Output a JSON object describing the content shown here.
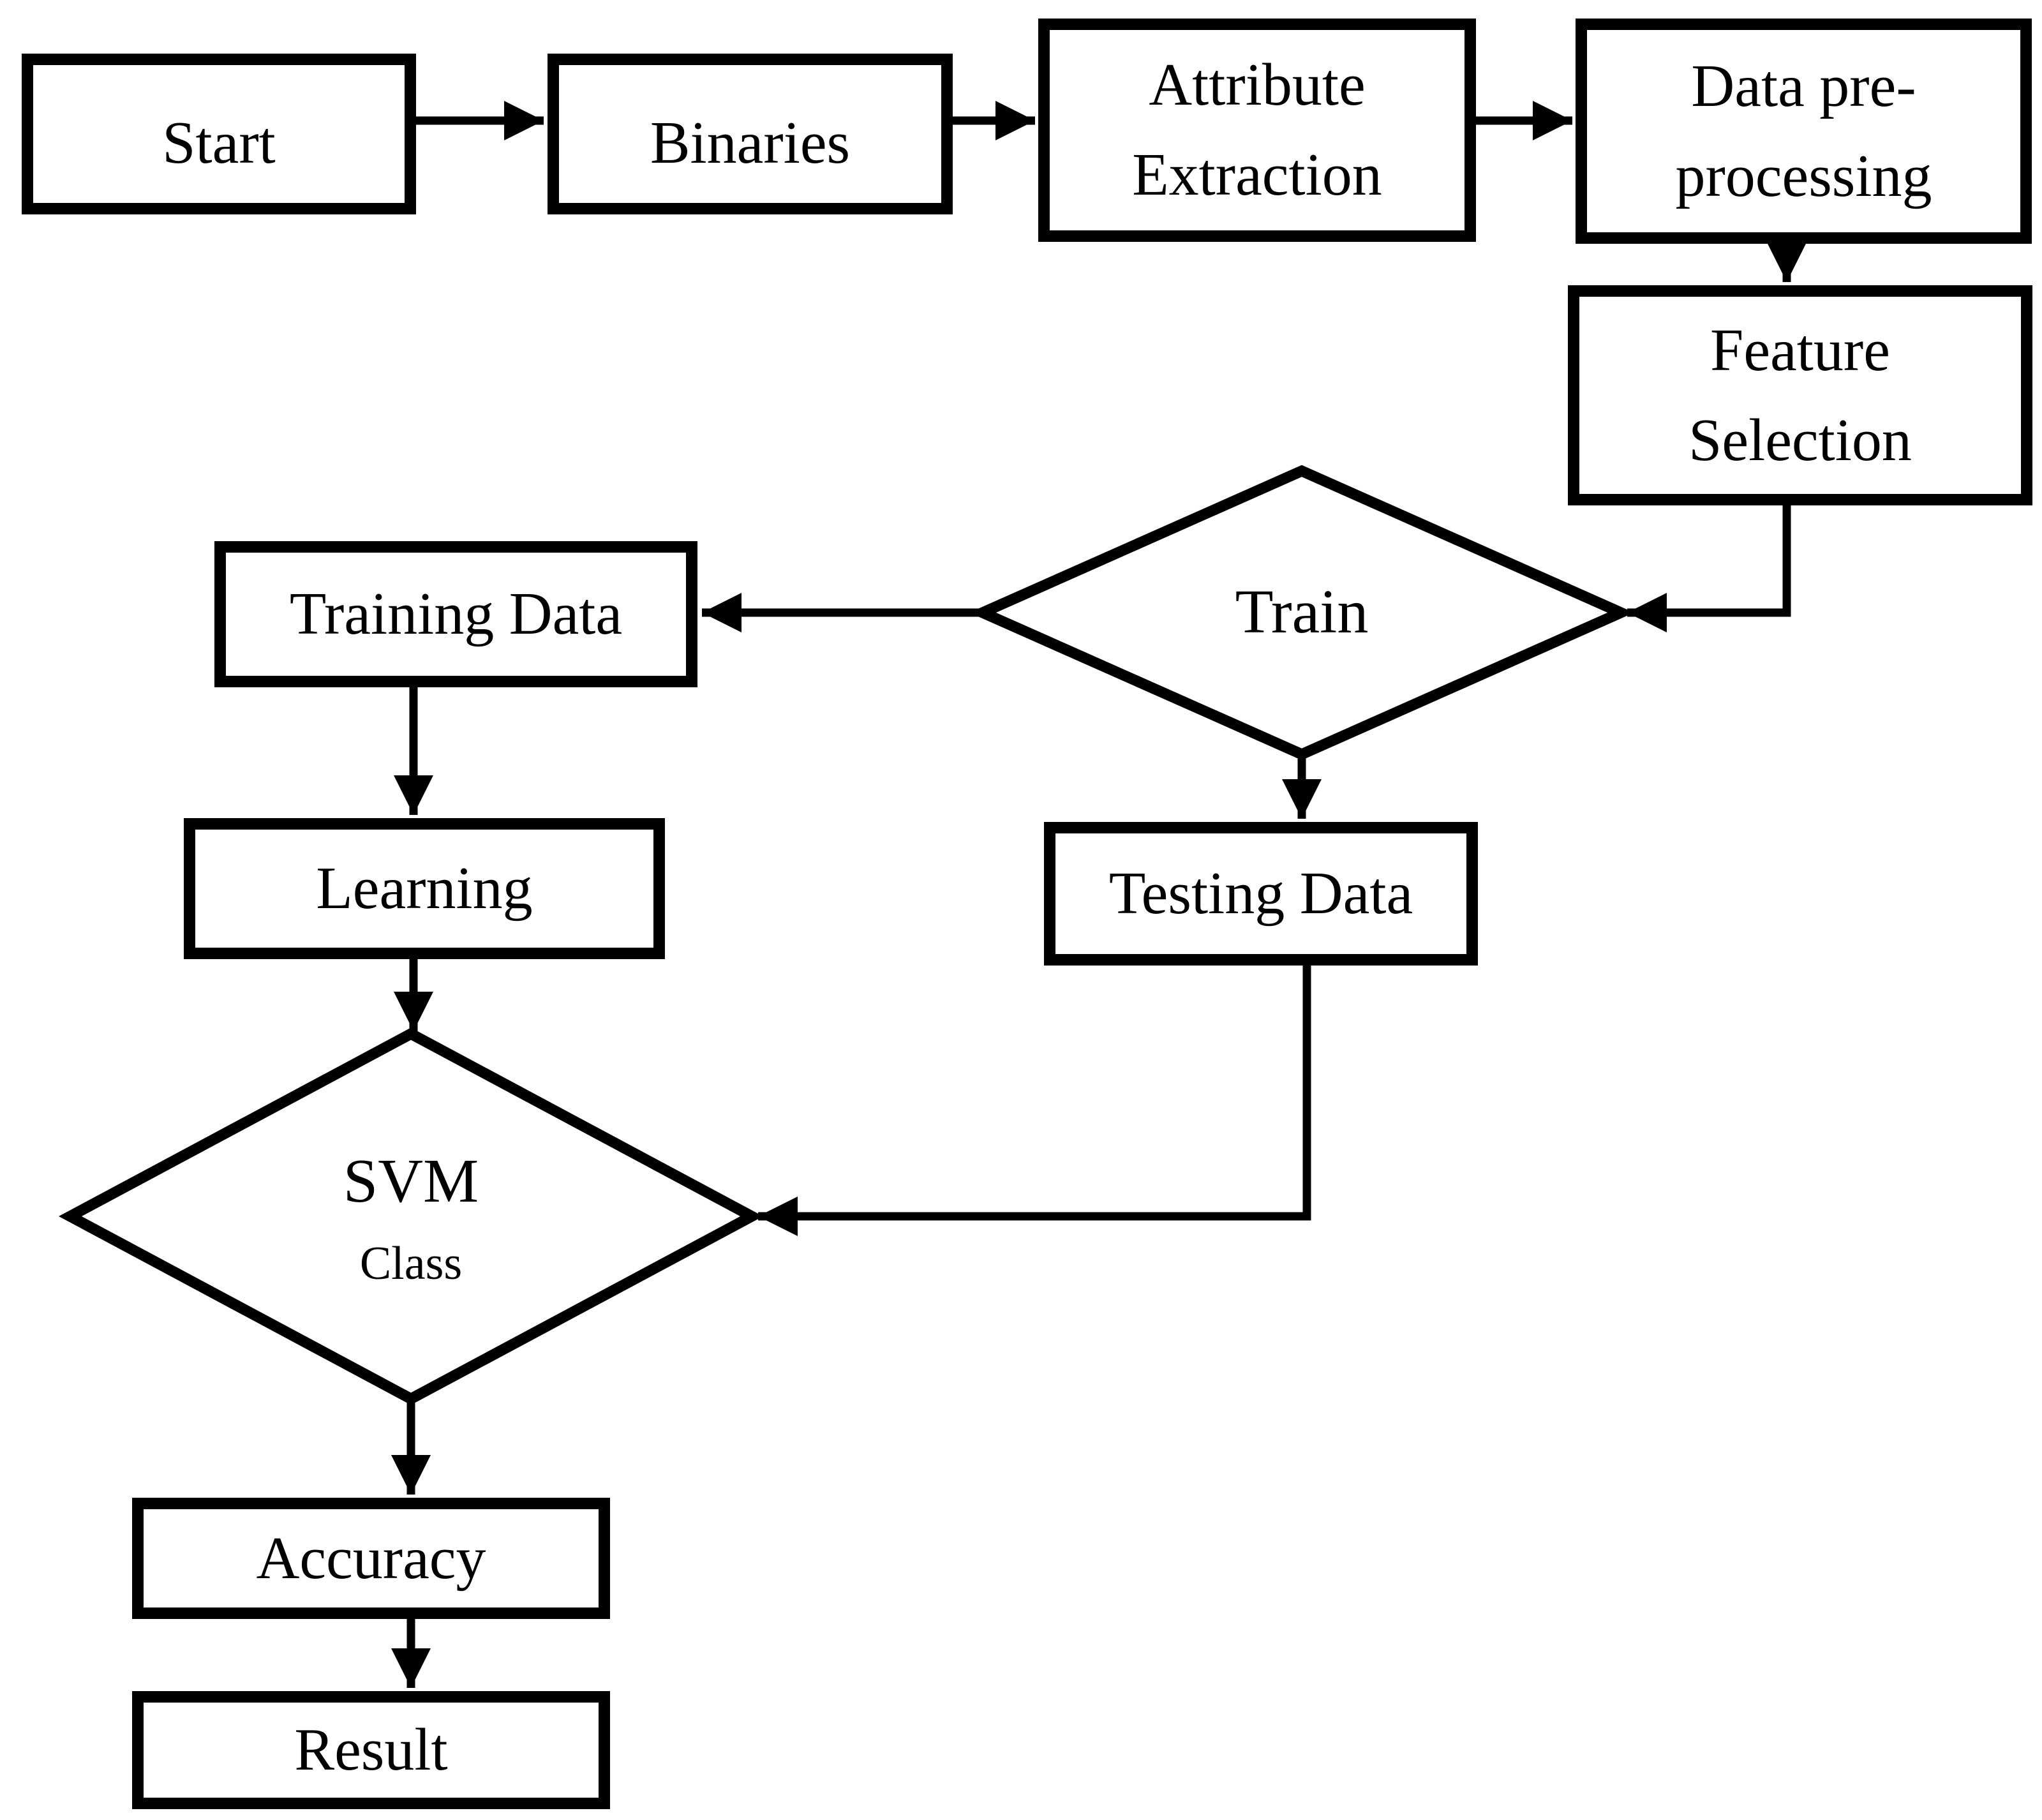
{
  "page": {
    "background_color": "#ffffff",
    "stroke_color": "#000000",
    "text_color": "#000000"
  },
  "flowchart": {
    "nodes": {
      "start": {
        "shape": "rect",
        "label": "Start"
      },
      "binaries": {
        "shape": "rect",
        "label": "Binaries"
      },
      "attribute_extraction": {
        "shape": "rect",
        "label": "Attribute\nExtraction"
      },
      "data_preprocessing": {
        "shape": "rect",
        "label": "Data pre-\nprocessing"
      },
      "feature_selection": {
        "shape": "rect",
        "label": "Feature\nSelection"
      },
      "train": {
        "shape": "diamond",
        "label": "Train"
      },
      "training_data": {
        "shape": "rect",
        "label": "Training Data"
      },
      "testing_data": {
        "shape": "rect",
        "label": "Testing Data"
      },
      "learning": {
        "shape": "rect",
        "label": "Learning"
      },
      "svm_class": {
        "shape": "diamond",
        "label_primary": "SVM",
        "label_secondary": "Class"
      },
      "accuracy": {
        "shape": "rect",
        "label": "Accuracy"
      },
      "result": {
        "shape": "rect",
        "label": "Result"
      }
    },
    "edges": [
      {
        "from": "start",
        "to": "binaries"
      },
      {
        "from": "binaries",
        "to": "attribute_extraction"
      },
      {
        "from": "attribute_extraction",
        "to": "data_preprocessing"
      },
      {
        "from": "data_preprocessing",
        "to": "feature_selection"
      },
      {
        "from": "feature_selection",
        "to": "train"
      },
      {
        "from": "train",
        "to": "training_data"
      },
      {
        "from": "train",
        "to": "testing_data"
      },
      {
        "from": "training_data",
        "to": "learning"
      },
      {
        "from": "learning",
        "to": "svm_class"
      },
      {
        "from": "testing_data",
        "to": "svm_class"
      },
      {
        "from": "svm_class",
        "to": "accuracy"
      },
      {
        "from": "accuracy",
        "to": "result"
      }
    ]
  }
}
